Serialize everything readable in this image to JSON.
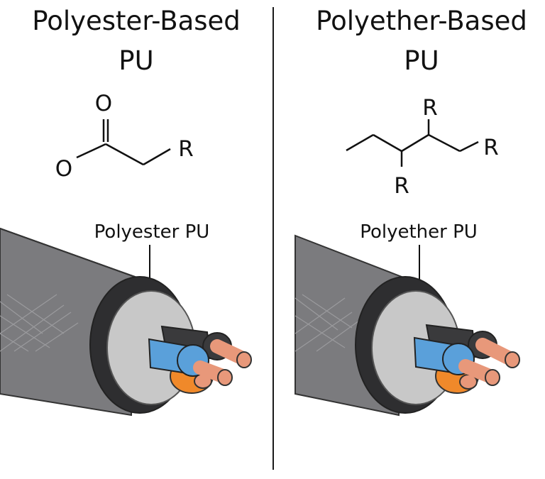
{
  "left": {
    "title_line1": "Polyester-Based",
    "title_line2": "PU",
    "formula": {
      "atom1": "O",
      "atom2": "O",
      "group": "R"
    },
    "cable_label": "Polyester PU"
  },
  "right": {
    "title_line1": "Polyether-Based",
    "title_line2": "PU",
    "formula": {
      "group_top": "R",
      "group_right": "R",
      "group_bottom": "R"
    },
    "cable_label": "Polyether PU"
  },
  "colors": {
    "jacket": "#7b7b7e",
    "jacket_dark": "#4a4a4d",
    "insulation": "#c8c8c8",
    "core_black": "#3a3a3c",
    "core_blue": "#5aa0da",
    "core_orange": "#f0892a",
    "copper": "#e8987a"
  }
}
